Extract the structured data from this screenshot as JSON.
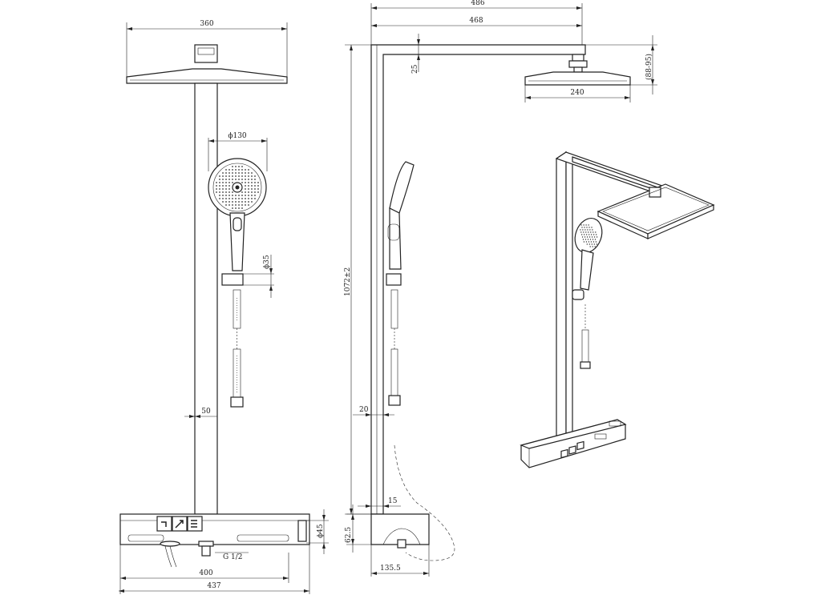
{
  "front_view": {
    "top_width": "360",
    "handshower_diameter": "ϕ130",
    "holder_diameter": "ϕ35",
    "pipe_offset": "50",
    "console_height": "ϕ45",
    "inlet_thread": "G 1/2",
    "console_width": "400",
    "overall_width": "437"
  },
  "side_view": {
    "overall_projection": "486",
    "arm_length": "468",
    "arm_thickness": "25",
    "head_height": "(88-95)",
    "head_width": "240",
    "total_height": "1072±2",
    "hose_offset": "20",
    "wall_offset": "15",
    "console_height": "62.5",
    "console_depth": "135.5"
  },
  "iso_view": {}
}
